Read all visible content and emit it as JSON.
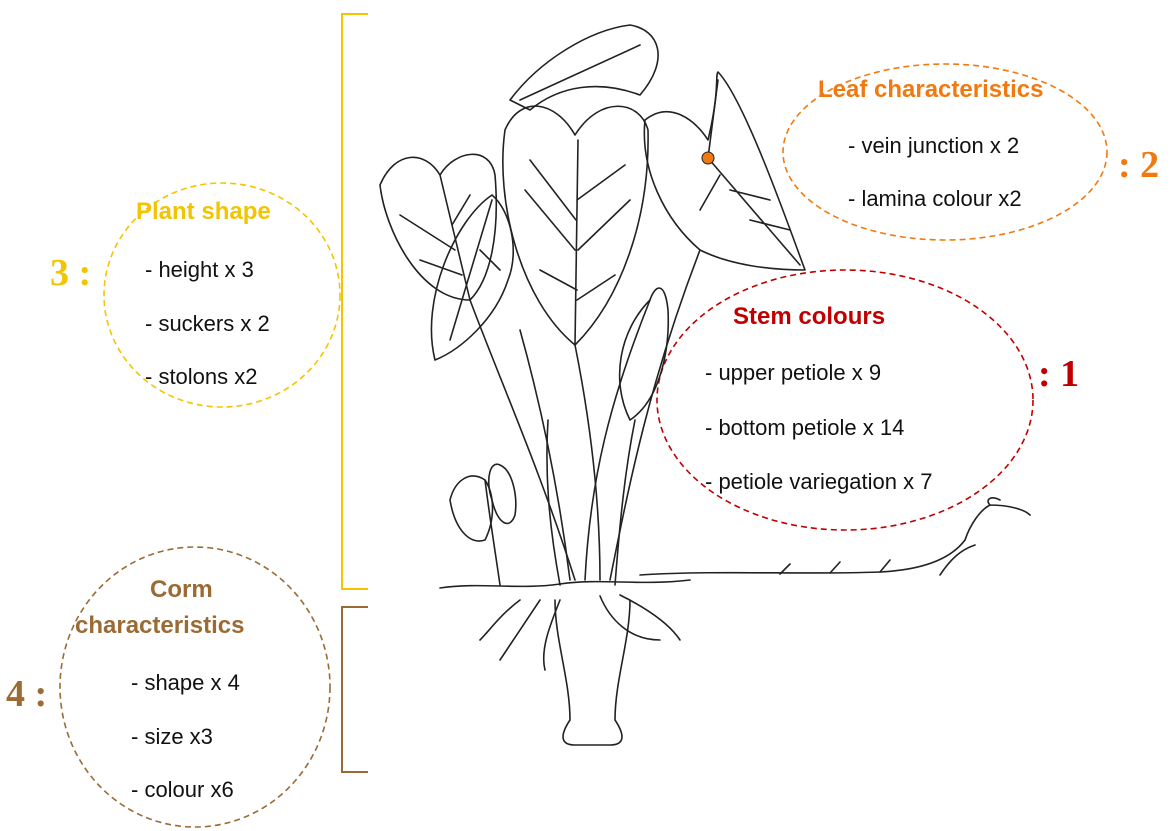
{
  "colors": {
    "plant_shape": "#f4c400",
    "leaf": "#f07a10",
    "stem": "#c00000",
    "corm": "#9a6b34",
    "line_art": "#222222"
  },
  "icons": [
    "taro-plant-illustration",
    "leaf-vein-junction-marker"
  ],
  "groups": {
    "stem": {
      "number": ": 1",
      "title": "Stem colours",
      "items": [
        "- upper petiole x 9",
        "- bottom petiole x 14",
        "- petiole variegation x 7"
      ]
    },
    "leaf": {
      "number": ": 2",
      "title": "Leaf characteristics",
      "items": [
        "- vein junction x 2",
        "- lamina colour x2"
      ]
    },
    "plant_shape": {
      "number": "3 :",
      "title": "Plant shape",
      "items": [
        "- height x 3",
        "- suckers x 2",
        "- stolons x2"
      ]
    },
    "corm": {
      "number": "4 :",
      "title_line1": "Corm",
      "title_line2": "characteristics",
      "items": [
        "- shape x 4",
        "- size x3",
        "- colour x6"
      ]
    }
  }
}
